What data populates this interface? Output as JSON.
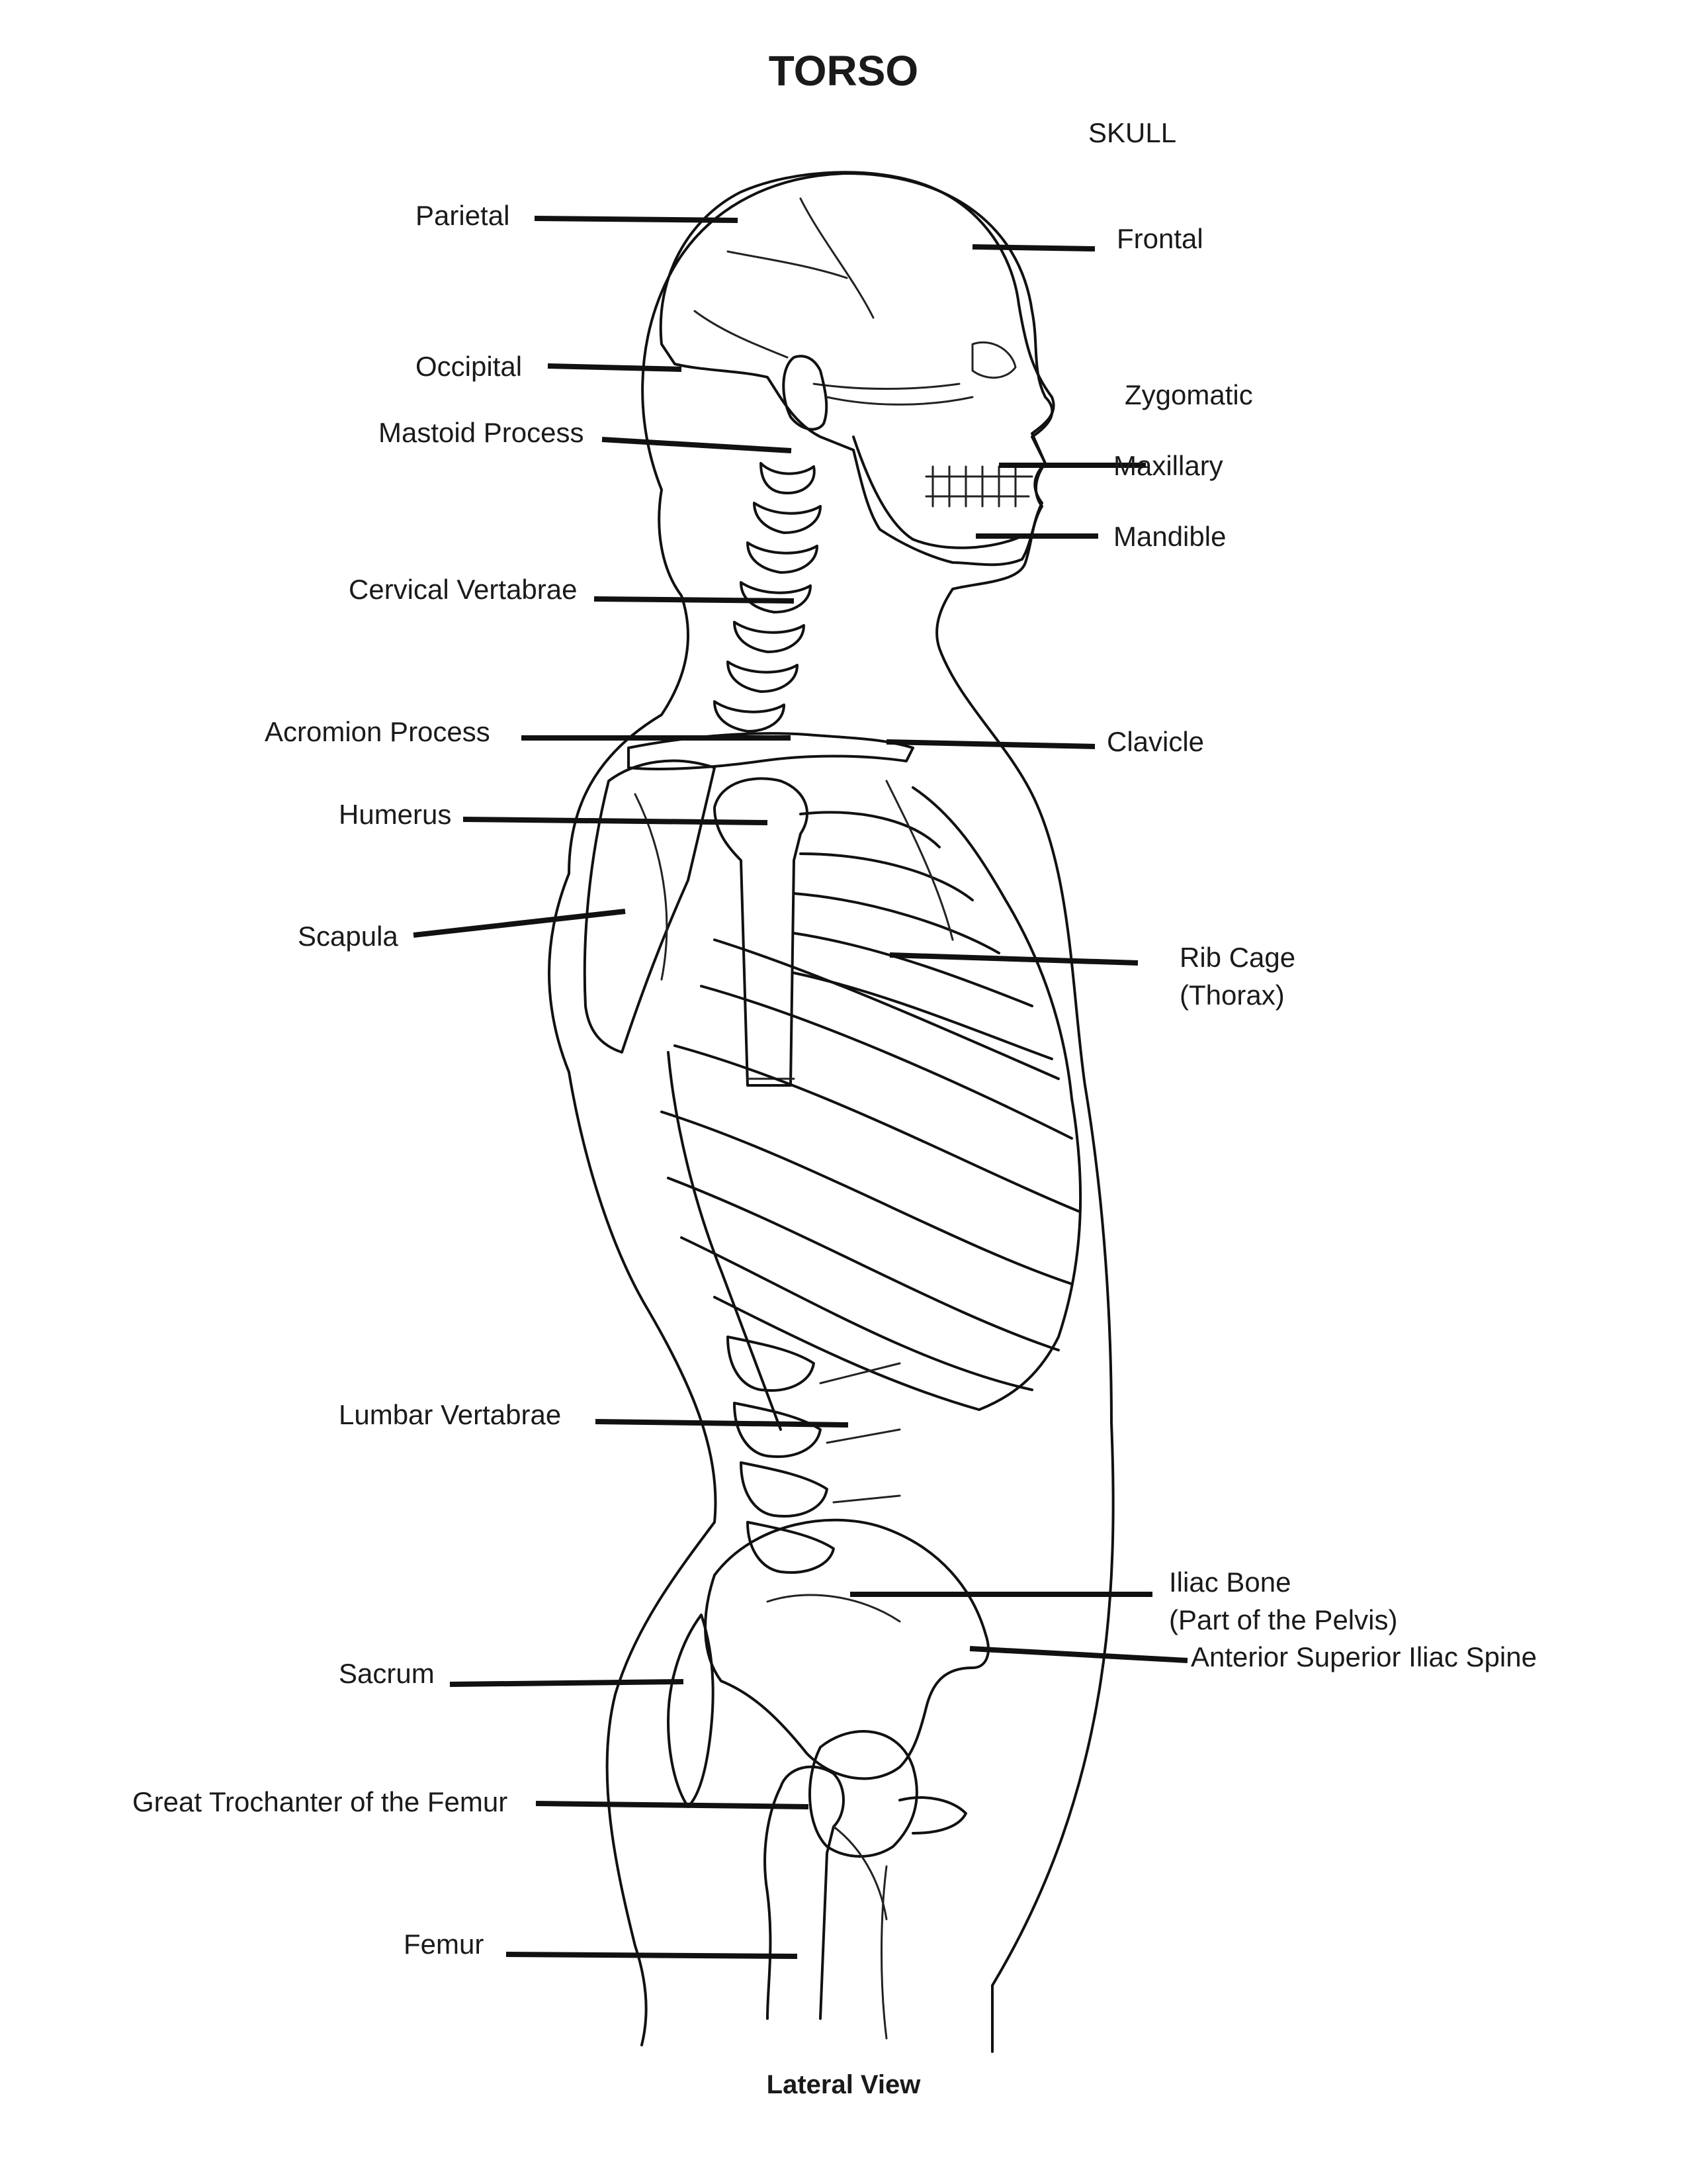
{
  "title": "TORSO",
  "caption": "Lateral View",
  "group_heading": "SKULL",
  "labels": {
    "parietal": "Parietal",
    "frontal": "Frontal",
    "occipital": "Occipital",
    "zygomatic": "Zygomatic",
    "mastoid_process": "Mastoid Process",
    "maxillary": "Maxillary",
    "mandible": "Mandible",
    "cervical_vertabrae": "Cervical Vertabrae",
    "acromion_process": "Acromion Process",
    "clavicle": "Clavicle",
    "humerus": "Humerus",
    "scapula": "Scapula",
    "rib_cage": "Rib Cage",
    "rib_cage_sub": "(Thorax)",
    "lumbar_vertabrae": "Lumbar Vertabrae",
    "iliac_bone": "Iliac Bone",
    "iliac_bone_sub": "(Part of the Pelvis)",
    "anterior_superior_iliac_spine": "Anterior Superior Iliac Spine",
    "sacrum": "Sacrum",
    "great_trochanter": "Great Trochanter of the Femur",
    "femur": "Femur"
  }
}
